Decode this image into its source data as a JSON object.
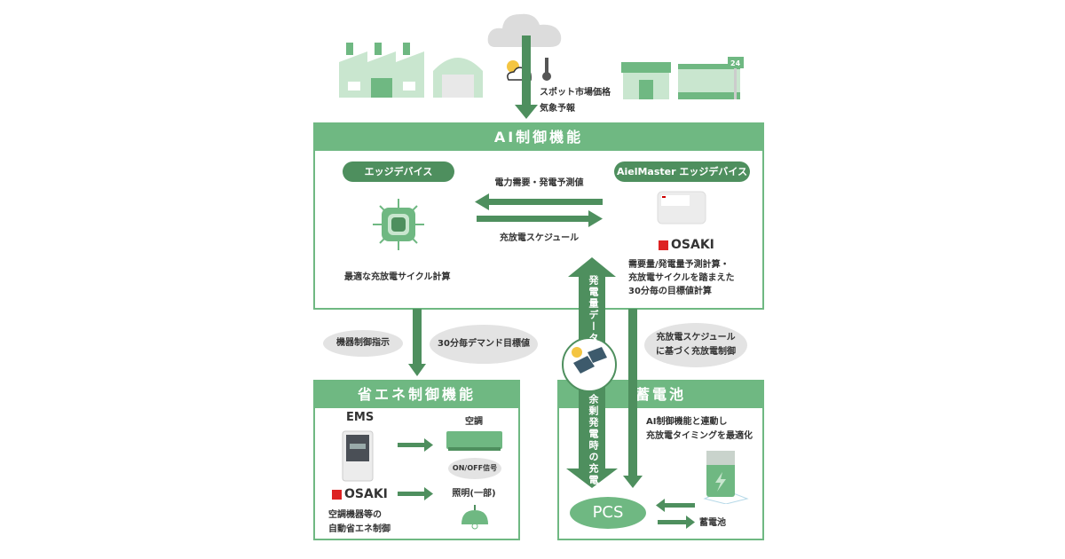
{
  "top": {
    "market_line1": "スポット市場価格",
    "market_line2": "気象予報",
    "store_sign": "24"
  },
  "ai_box": {
    "title": "AI制御機能",
    "edge_pill": "エッジデバイス",
    "aiel_pill": "AielMaster エッジデバイス",
    "forecast_label": "電力需要・発電予測値",
    "schedule_label": "充放電スケジュール",
    "edge_desc": "最適な充放電サイクル計算",
    "brand": "OSAKI",
    "aiel_desc": [
      "需要量/発電量予測計算・",
      "充放電サイクルを踏まえた",
      "30分毎の目標値計算"
    ]
  },
  "middle": {
    "device_ctrl": "機器制御指示",
    "demand_target": "30分毎デマンド目標値",
    "generation_data": "発電量データ",
    "surplus_charge": "余剰発電時の充電",
    "schedule_ctrl": [
      "充放電スケジュール",
      "に基づく充放電制御"
    ]
  },
  "energy_box": {
    "title": "省エネ制御機能",
    "ems": "EMS",
    "brand": "OSAKI",
    "desc": [
      "空調機器等の",
      "自動省エネ制御"
    ],
    "ac": "空調",
    "onoff": "ON/OFF信号",
    "lighting": "照明(一部)"
  },
  "battery_box": {
    "title": "蓄電池",
    "desc": [
      "AI制御機能と連動し",
      "充放電タイミングを最適化"
    ],
    "pcs": "PCS",
    "battery": "蓄電池"
  }
}
